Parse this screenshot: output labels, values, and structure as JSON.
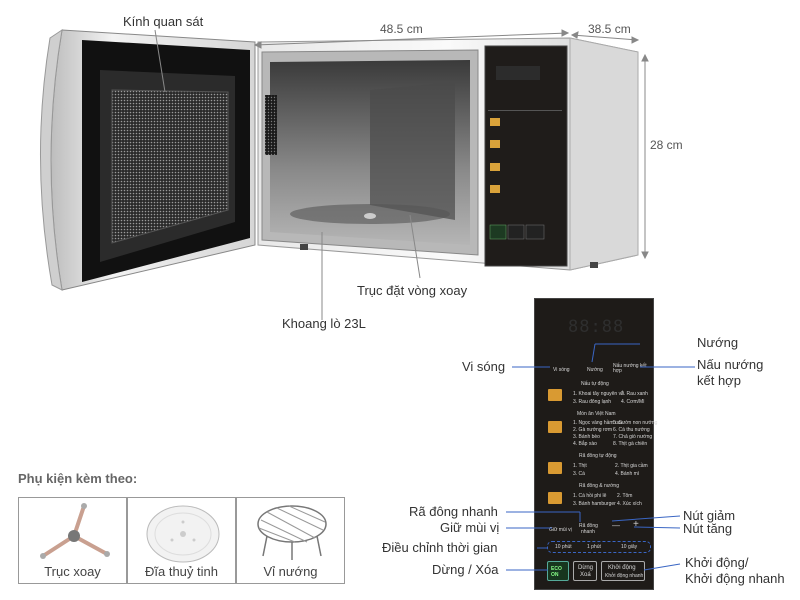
{
  "dimensions": {
    "width": "48.5 cm",
    "depth": "38.5 cm",
    "height": "28 cm"
  },
  "labels": {
    "viewing_glass": "Kính quan sát",
    "turntable_shaft": "Trục đặt vòng xoay",
    "cavity": "Khoang lò 23L",
    "microwave": "Vi sóng",
    "grill": "Nướng",
    "combo_line1": "Nấu nướng",
    "combo_line2": "kết hợp",
    "quick_defrost": "Rã đông nhanh",
    "keep_flavor": "Giữ mùi vị",
    "time_adjust": "Điều chỉnh thời gian",
    "stop_clear": "Dừng / Xóa",
    "decrease": "Nút giảm",
    "increase": "Nút tăng",
    "start_line1": "Khởi động/",
    "start_line2": "Khởi động nhanh"
  },
  "panel": {
    "display": "88:88",
    "mode_microwave": "Vi sóng",
    "mode_grill": "Nướng",
    "mode_combo": "Nấu nướng kết hợp",
    "auto_cook_title": "Nấu tự động",
    "auto_cook_items": [
      "1. Khoai tây nguyên vỏ",
      "2. Rau xanh",
      "3. Rau đông lạnh",
      "4. Cơm/Mì"
    ],
    "viet_title": "Món ăn Việt Nam",
    "viet_items": [
      "1. Ngọc vàng hầm rau",
      "5. Sườn non nướng",
      "2. Gà nướng rơm",
      "6. Cá thu nướng",
      "3. Bánh bèo",
      "7. Chả giò nướng",
      "4. Bắp xào",
      "8. Thịt gà chiên"
    ],
    "auto_defrost_title": "Rã đông tự động",
    "auto_defrost_items": [
      "1. Thịt",
      "2. Thịt gia cầm",
      "3. Cá",
      "4. Bánh mì"
    ],
    "defrost_cook_title": "Rã đông & nướng",
    "defrost_cook_items": [
      "1. Cá hồi phi lê",
      "2. Tôm",
      "3. Bánh hamburger",
      "4. Xúc xích"
    ],
    "keep_flavor": "Giữ mùi vị",
    "quick_defrost_line1": "Rã đông",
    "quick_defrost_line2": "nhanh",
    "minus": "—",
    "plus": "+",
    "time_10min": "10 phút",
    "time_1min": "1 phút",
    "time_10sec": "10 giây",
    "eco_line1": "ECO",
    "eco_line2": "ON",
    "stop_line1": "Dừng",
    "stop_line2": "Xoá",
    "start_line1": "Khởi động",
    "start_line2": "Khởi động nhanh"
  },
  "accessories": {
    "title": "Phụ kiện kèm theo:",
    "items": [
      "Trục xoay",
      "Đĩa thuỷ tinh",
      "Vỉ nướng"
    ]
  }
}
